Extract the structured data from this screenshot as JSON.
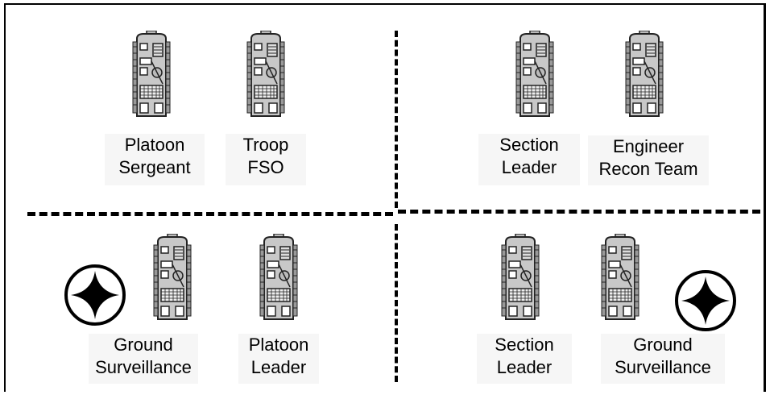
{
  "quadrants": {
    "top_left": {
      "vehicles": [
        {
          "label_line1": "Platoon",
          "label_line2": "Sergeant"
        },
        {
          "label_line1": "Troop",
          "label_line2": "FSO"
        }
      ]
    },
    "top_right": {
      "vehicles": [
        {
          "label_line1": "Section",
          "label_line2": "Leader"
        },
        {
          "label_line1": "Engineer",
          "label_line2": "Recon Team"
        }
      ]
    },
    "bottom_left": {
      "vehicles": [
        {
          "label_line1": "Ground",
          "label_line2": "Surveillance"
        },
        {
          "label_line1": "Platoon",
          "label_line2": "Leader"
        }
      ],
      "symbol": "compass-star-icon"
    },
    "bottom_right": {
      "vehicles": [
        {
          "label_line1": "Section",
          "label_line2": "Leader"
        },
        {
          "label_line1": "Ground",
          "label_line2": "Surveillance"
        }
      ],
      "symbol": "compass-star-icon"
    }
  },
  "colors": {
    "line": "#000000",
    "vehicle_fill": "#c8c8c8",
    "vehicle_stroke": "#222222"
  }
}
